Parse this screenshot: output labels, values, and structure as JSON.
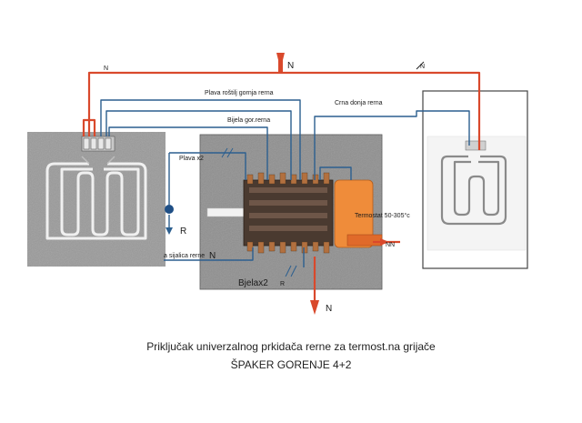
{
  "labels": {
    "n_top_left": "N",
    "n_top_mid": "N",
    "n_top_right": "N",
    "plava_rostilj": "Plava roštilj gornja rerna",
    "crna_donja": "Crna donja rerna",
    "bijela_gor": "Bijela gor.rerna",
    "plava_x2": "Plava x2",
    "r_left": "R",
    "sijalica": "a sijalica rerne",
    "n_left_mid": "N",
    "termostat": "Termostat 50-305°c",
    "nn_right": "NN",
    "bjelax2": "Bjelax2",
    "r_bottom": "R",
    "n_bottom": "N"
  },
  "caption": {
    "line1": "Priključak univerzalnog  prkidača  rerne za termost.na grijače",
    "line2": "ŠPAKER GORENJE 4+2"
  },
  "colors": {
    "wire_red": "#d9492c",
    "wire_blue": "#2c5f8f",
    "thermostat": "#ef8c3a",
    "panel_gray": "#8f8f8f"
  }
}
